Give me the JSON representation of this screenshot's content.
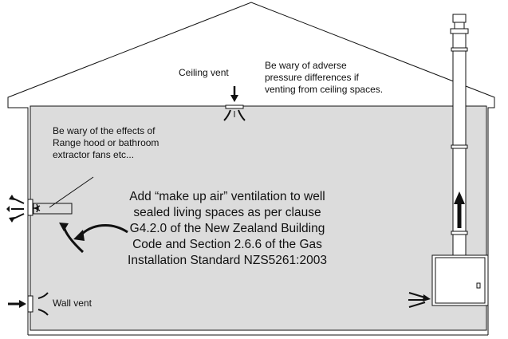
{
  "labels": {
    "ceiling_vent": "Ceiling vent",
    "pressure_warning": [
      "Be wary of adverse",
      "pressure differences if",
      "venting from ceiling spaces."
    ],
    "fan_warning": [
      "Be wary of the effects of",
      "Range hood or bathroom",
      "extractor fans etc..."
    ],
    "wall_vent": "Wall vent"
  },
  "main_text": [
    "Add “make up air” ventilation to well",
    "sealed living spaces as per clause",
    "G4.2.0 of the New Zealand Building",
    "Code and Section 2.6.6 of the Gas",
    "Installation Standard NZS5261:2003"
  ],
  "colors": {
    "room_fill": "#dcdcdc",
    "line": "#111111",
    "background": "#ffffff"
  }
}
